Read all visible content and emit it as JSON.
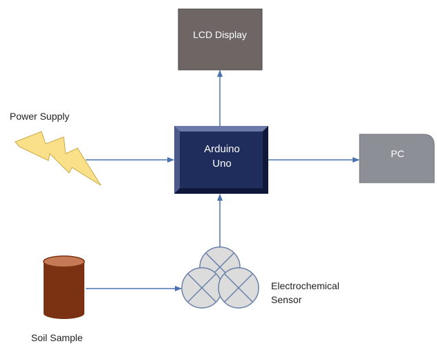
{
  "blocks": {
    "lcd_display": "LCD Display",
    "arduino": {
      "line1": "Arduino",
      "line2": "Uno"
    },
    "pc": "PC"
  },
  "components": {
    "power_supply": "Power Supply",
    "electrochemical_sensor": {
      "line1": "Electrochemical",
      "line2": "Sensor"
    },
    "soil_sample": "Soil Sample"
  },
  "colors": {
    "lcd_fill": "#6e6565",
    "arduino_fill": "#1f2d5c",
    "arduino_bevel_light": "#6b7aa8",
    "arduino_bevel_dark": "#0f1838",
    "pc_fill": "#8c9096",
    "arrow": "#4a72b0",
    "lightning_fill": "#fbe08a",
    "soil_body": "#7a3212",
    "soil_top": "#c57a55",
    "sensor_fill": "#dcdcdc",
    "sensor_stroke": "#6a80a8"
  },
  "icons": [
    "lightning-bolt-icon",
    "cylinder-icon",
    "sensor-circles-icon"
  ]
}
